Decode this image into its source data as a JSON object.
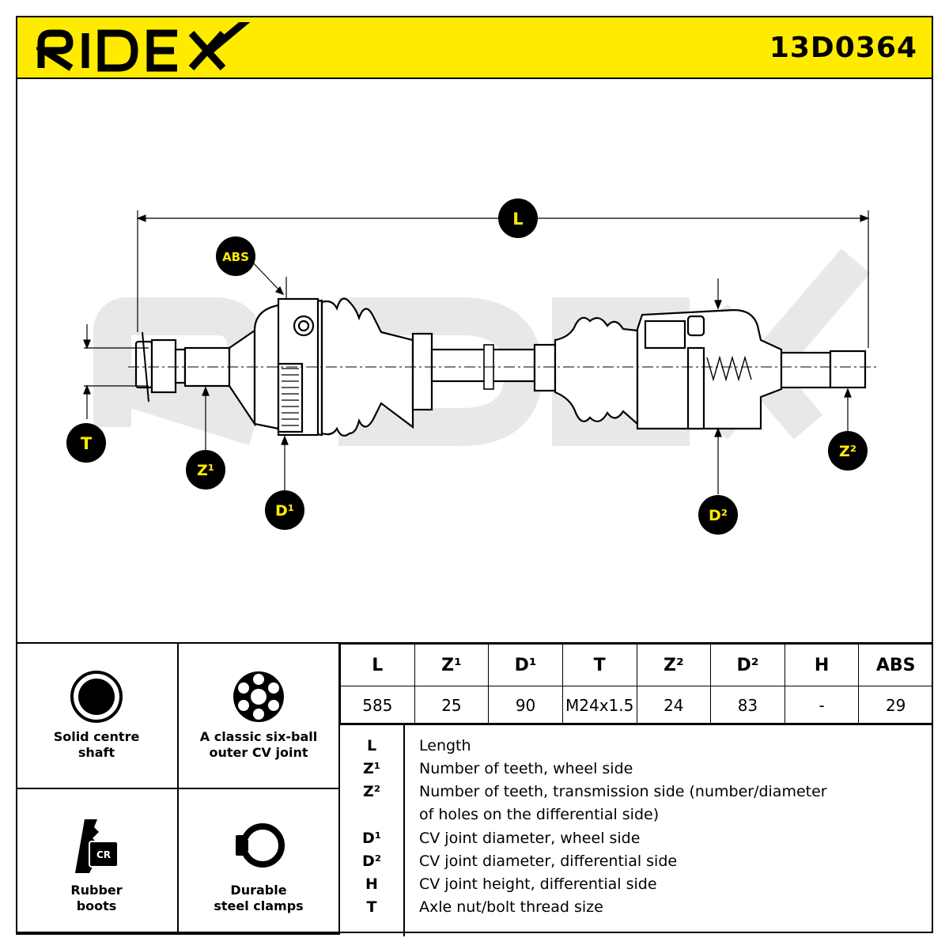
{
  "brand": "RIDEX",
  "part_number": "13D0364",
  "drawing_labels": {
    "L": "L",
    "ABS": "ABS",
    "T": "T",
    "Z1": "Z¹",
    "D1": "D¹",
    "Z2": "Z²",
    "D2": "D²"
  },
  "features": [
    {
      "icon": "solid-shaft-icon",
      "label": "Solid centre\nshaft"
    },
    {
      "icon": "six-ball-joint-icon",
      "label": "A classic six-ball\nouter CV joint"
    },
    {
      "icon": "rubber-boot-icon",
      "label": "Rubber\nboots",
      "badge": "CR"
    },
    {
      "icon": "clamp-icon",
      "label": "Durable\nsteel clamps"
    }
  ],
  "spec_table": {
    "headers": [
      "L",
      "Z¹",
      "D¹",
      "T",
      "Z²",
      "D²",
      "H",
      "ABS"
    ],
    "values": [
      "585",
      "25",
      "90",
      "M24x1.5",
      "24",
      "83",
      "-",
      "29"
    ]
  },
  "legend": [
    {
      "key": "L",
      "text": "Length"
    },
    {
      "key": "Z¹",
      "text": "Number of teeth, wheel side"
    },
    {
      "key": "Z²",
      "text": "Number of teeth, transmission side (number/diameter"
    },
    {
      "key": "",
      "text": "of holes on the differential side)"
    },
    {
      "key": "D¹",
      "text": "CV joint diameter, wheel side"
    },
    {
      "key": "D²",
      "text": "CV joint diameter, differential side"
    },
    {
      "key": "H",
      "text": "CV joint height, differential side"
    },
    {
      "key": "T",
      "text": "Axle nut/bolt thread size"
    }
  ]
}
